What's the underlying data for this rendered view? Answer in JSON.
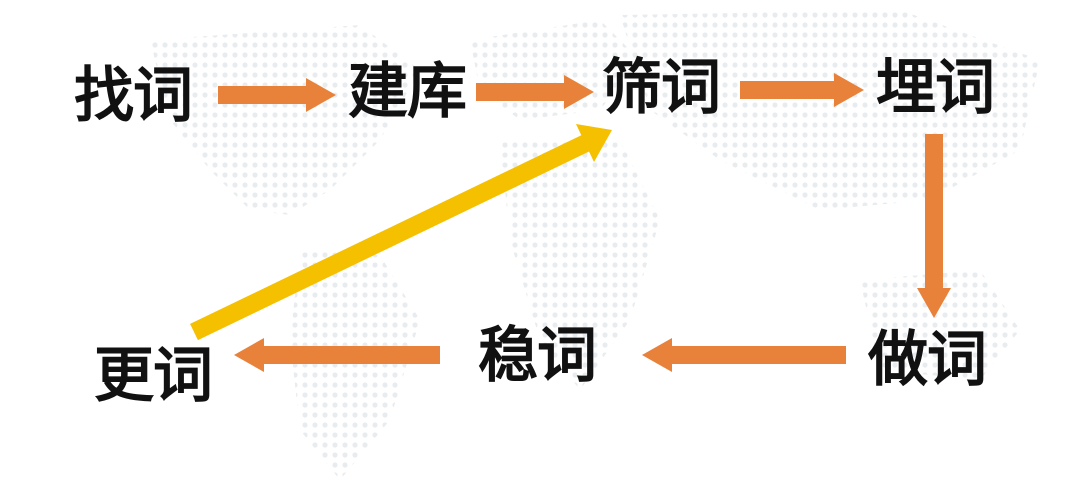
{
  "nodes": {
    "find": "找词",
    "build": "建库",
    "filter": "筛词",
    "place": "埋词",
    "make": "做词",
    "stabilize": "稳词",
    "update": "更词"
  },
  "colors": {
    "orange_arrow": "#E8823A",
    "yellow_arrow": "#F5C000",
    "text": "#111111",
    "map_dots": "#e9ecef"
  }
}
